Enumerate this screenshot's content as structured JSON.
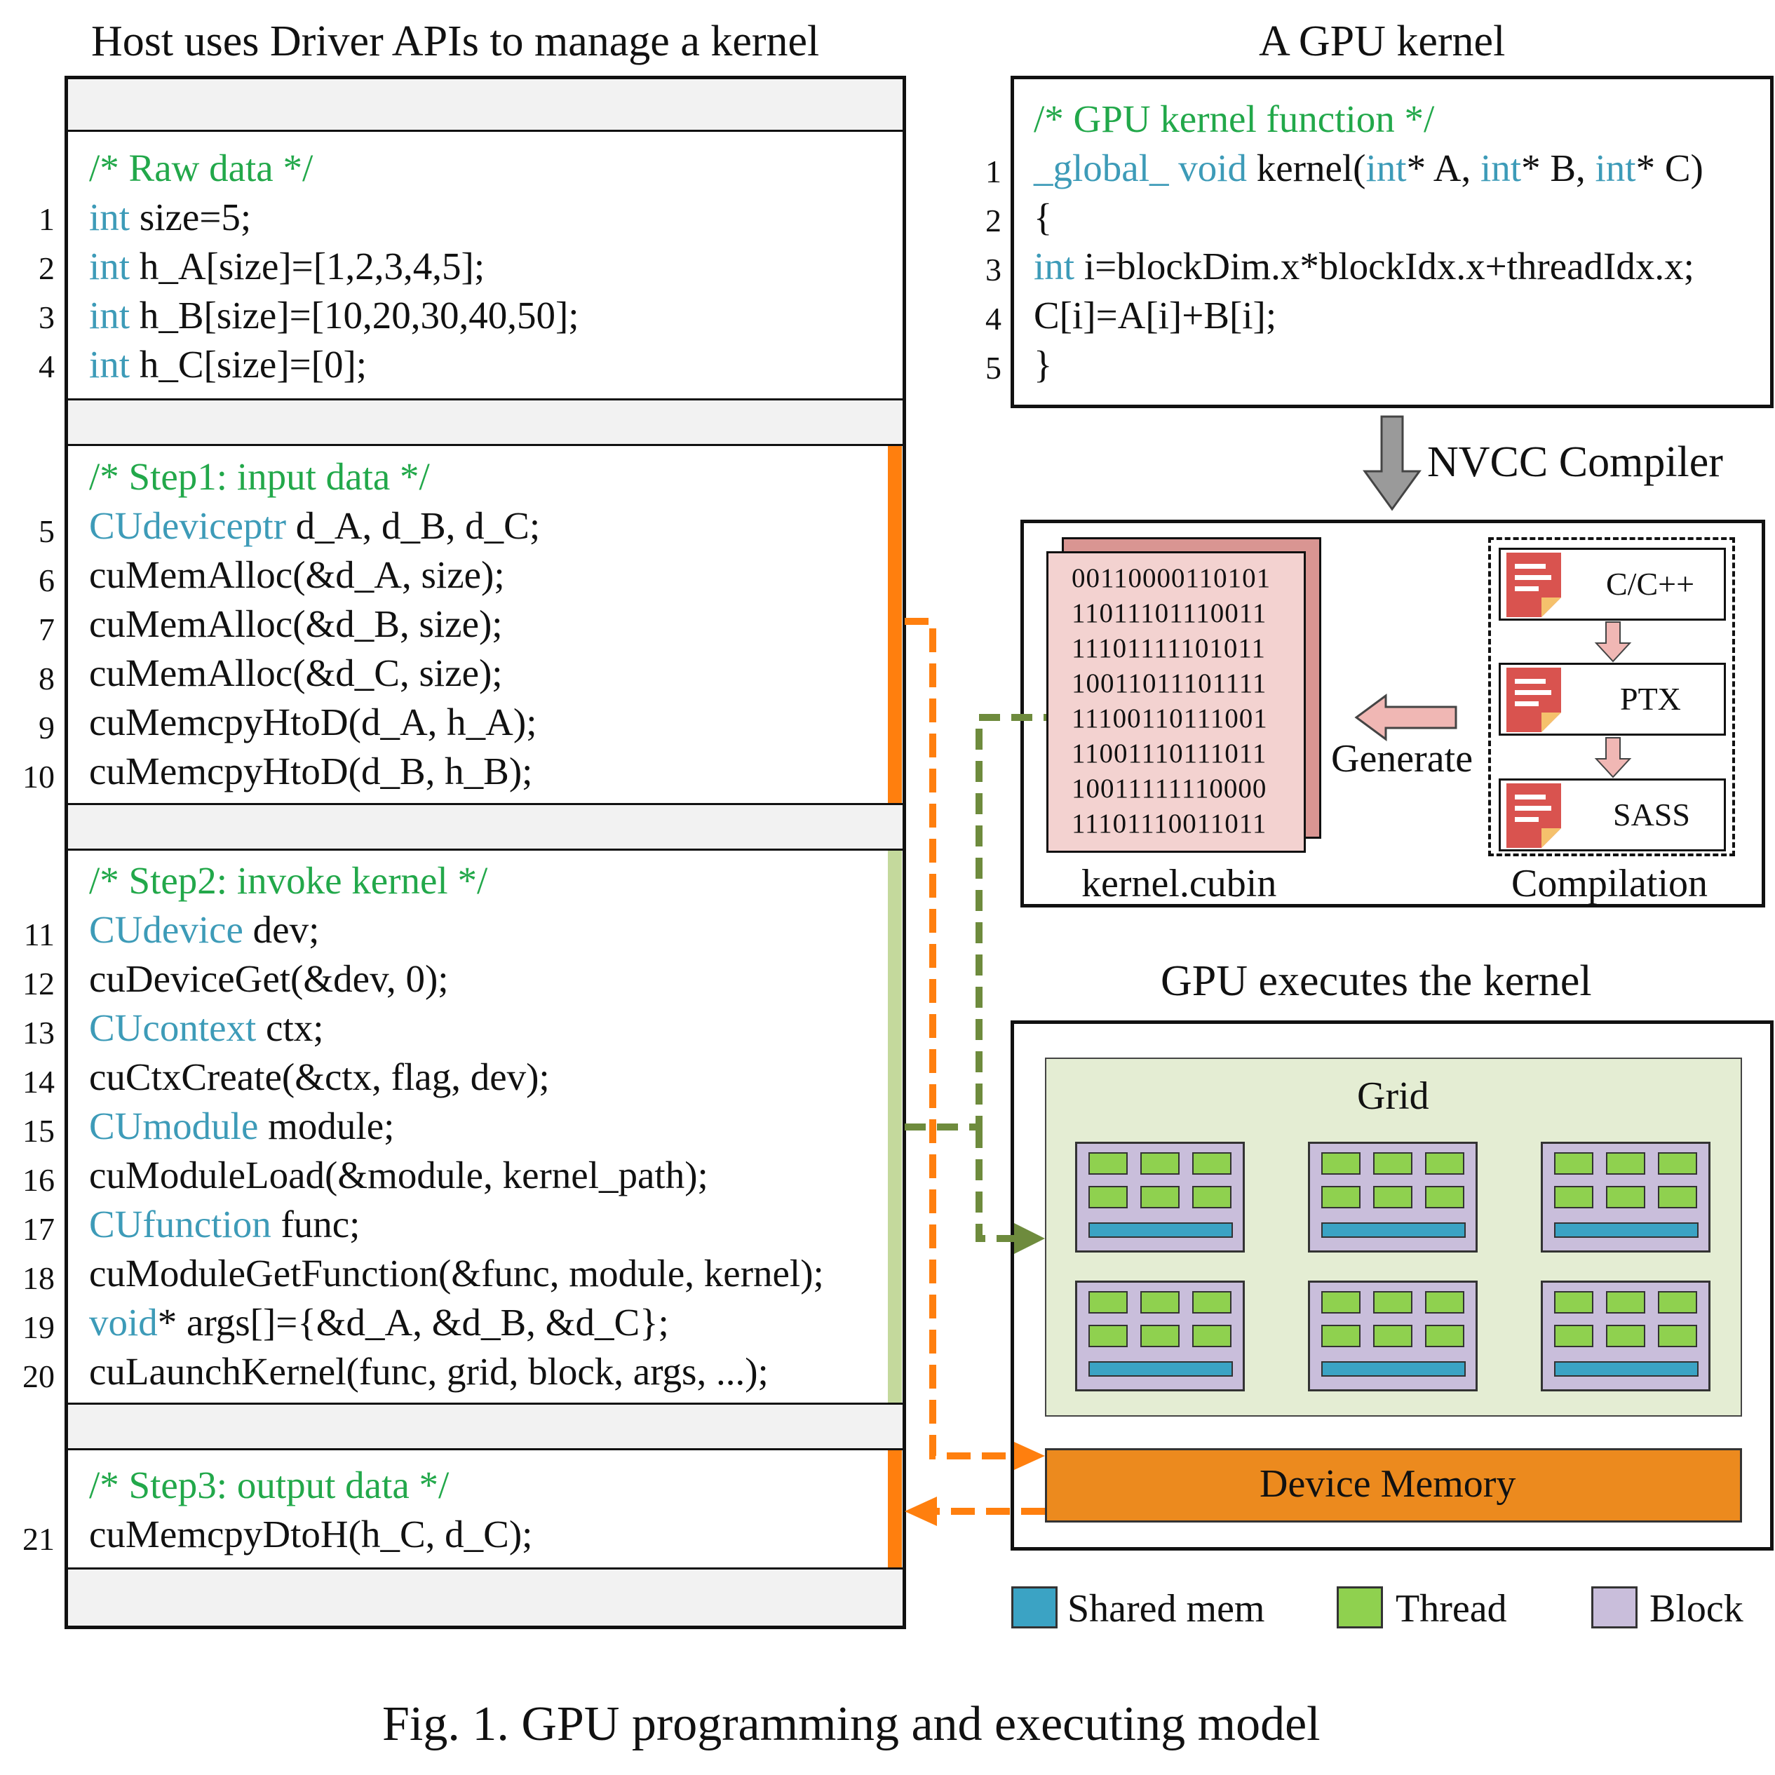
{
  "host": {
    "title": "Host uses Driver APIs to manage a kernel",
    "sections": [
      {
        "comment": "/* Raw data */",
        "lines": [
          {
            "num": "1",
            "kw": "int",
            "rest": " size=5;"
          },
          {
            "num": "2",
            "kw": "int",
            "rest": " h_A[size]=[1,2,3,4,5];"
          },
          {
            "num": "3",
            "kw": "int",
            "rest": " h_B[size]=[10,20,30,40,50];"
          },
          {
            "num": "4",
            "kw": "int",
            "rest": " h_C[size]=[0];"
          }
        ]
      },
      {
        "comment": "/* Step1: input data */",
        "lines": [
          {
            "num": "5",
            "kw": "CUdeviceptr",
            "rest": " d_A, d_B, d_C;"
          },
          {
            "num": "6",
            "kw": "",
            "rest": "cuMemAlloc(&d_A, size);"
          },
          {
            "num": "7",
            "kw": "",
            "rest": "cuMemAlloc(&d_B, size);"
          },
          {
            "num": "8",
            "kw": "",
            "rest": "cuMemAlloc(&d_C, size);"
          },
          {
            "num": "9",
            "kw": "",
            "rest": "cuMemcpyHtoD(d_A, h_A);"
          },
          {
            "num": "10",
            "kw": "",
            "rest": "cuMemcpyHtoD(d_B, h_B);"
          }
        ]
      },
      {
        "comment": "/* Step2: invoke kernel */",
        "lines": [
          {
            "num": "11",
            "kw": "CUdevice",
            "rest": " dev;"
          },
          {
            "num": "12",
            "kw": "",
            "rest": "cuDeviceGet(&dev, 0);"
          },
          {
            "num": "13",
            "kw": "CUcontext",
            "rest": " ctx;"
          },
          {
            "num": "14",
            "kw": "",
            "rest": "cuCtxCreate(&ctx, flag, dev);"
          },
          {
            "num": "15",
            "kw": "CUmodule",
            "rest": " module;"
          },
          {
            "num": "16",
            "kw": "",
            "rest": "cuModuleLoad(&module, kernel_path);"
          },
          {
            "num": "17",
            "kw": "CUfunction",
            "rest": " func;"
          },
          {
            "num": "18",
            "kw": "",
            "rest": "cuModuleGetFunction(&func, module, kernel);"
          },
          {
            "num": "19",
            "kw": "void",
            "rest": "* args[]={&d_A, &d_B, &d_C};"
          },
          {
            "num": "20",
            "kw": "",
            "rest": "cuLaunchKernel(func, grid, block, args, ...);"
          }
        ]
      },
      {
        "comment": "/* Step3: output data */",
        "lines": [
          {
            "num": "21",
            "kw": "",
            "rest": "cuMemcpyDtoH(h_C, d_C);"
          }
        ]
      }
    ]
  },
  "kernel": {
    "title": "A GPU kernel",
    "comment": "/* GPU kernel function */",
    "line1": {
      "num": "1",
      "kw1": "_global_ void",
      "name": " kernel(",
      "kw2": "int",
      "p1": "* A, ",
      "kw3": "int",
      "p2": "* B, ",
      "kw4": "int",
      "p3": "* C)"
    },
    "line2": {
      "num": "2",
      "text": "{"
    },
    "line3": {
      "num": "3",
      "kw": "int",
      "rest": " i=blockDim.x*blockIdx.x+threadIdx.x;"
    },
    "line4": {
      "num": "4",
      "text": "C[i]=A[i]+B[i];"
    },
    "line5": {
      "num": "5",
      "text": "}"
    }
  },
  "compiler": {
    "label": "NVCC Compiler",
    "cubin_bits": "00110000110101\n11011101110011\n11101111101011\n10011011101111\n11100110111001\n11001110111011\n10011111110000\n11101110011011",
    "cubin_label": "kernel.cubin",
    "generate_label": "Generate",
    "steps": [
      "C/C++",
      "PTX",
      "SASS"
    ],
    "compilation_label": "Compilation"
  },
  "gpu": {
    "title": "GPU executes the kernel",
    "grid_label": "Grid",
    "device_memory_label": "Device Memory"
  },
  "legend": {
    "items": [
      {
        "label": "Shared mem",
        "color": "#3ba3c4"
      },
      {
        "label": "Thread",
        "color": "#8fd14f"
      },
      {
        "label": "Block",
        "color": "#c9bedb"
      }
    ]
  },
  "caption": "Fig. 1. GPU programming and executing model",
  "colors": {
    "comment_green": "#22a84a",
    "keyword_blue": "#3d9bb8",
    "step_orange": "#ff7f0e",
    "step2_green": "#c4d99c",
    "device_memory": "#ec8a1e",
    "grid_bg": "#e4edd3",
    "arrow_olive": "#6e8b3d",
    "cubin_bg": "#f3d2d0",
    "cubin_back": "#d99592",
    "compile_arrow": "#f0b7b4"
  }
}
